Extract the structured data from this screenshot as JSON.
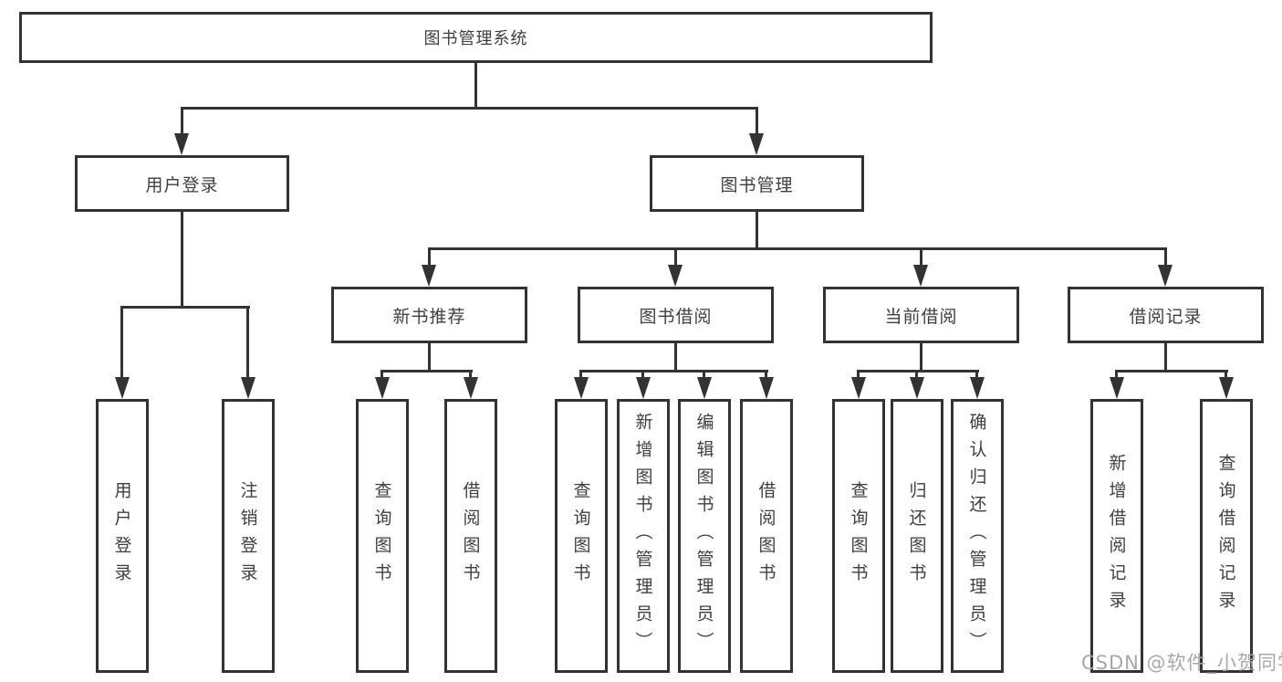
{
  "diagram": {
    "root": {
      "label": "图书管理系统"
    },
    "level2": [
      {
        "label": "用户登录"
      },
      {
        "label": "图书管理"
      }
    ],
    "level3": [
      {
        "label": "新书推荐"
      },
      {
        "label": "图书借阅"
      },
      {
        "label": "当前借阅"
      },
      {
        "label": "借阅记录"
      }
    ],
    "leaves": {
      "user_login": [
        {
          "label": "用户登录"
        },
        {
          "label": "注销登录"
        }
      ],
      "new_book_recommend": [
        {
          "label": "查询图书"
        },
        {
          "label": "借阅图书"
        }
      ],
      "book_borrow": [
        {
          "label": "查询图书"
        },
        {
          "label": "新增图书（管理员）"
        },
        {
          "label": "编辑图书（管理员）"
        },
        {
          "label": "借阅图书"
        }
      ],
      "current_borrow": [
        {
          "label": "查询图书"
        },
        {
          "label": "归还图书"
        },
        {
          "label": "确认归还（管理员）"
        }
      ],
      "borrow_records": [
        {
          "label": "新增借阅记录"
        },
        {
          "label": "查询借阅记录"
        }
      ]
    }
  },
  "watermark": {
    "text": "CSDN @软件_小贺同学"
  },
  "colors": {
    "line": "#333333",
    "text": "#3f3f3f",
    "watermark": "#a8a8a8",
    "background": "#ffffff"
  }
}
